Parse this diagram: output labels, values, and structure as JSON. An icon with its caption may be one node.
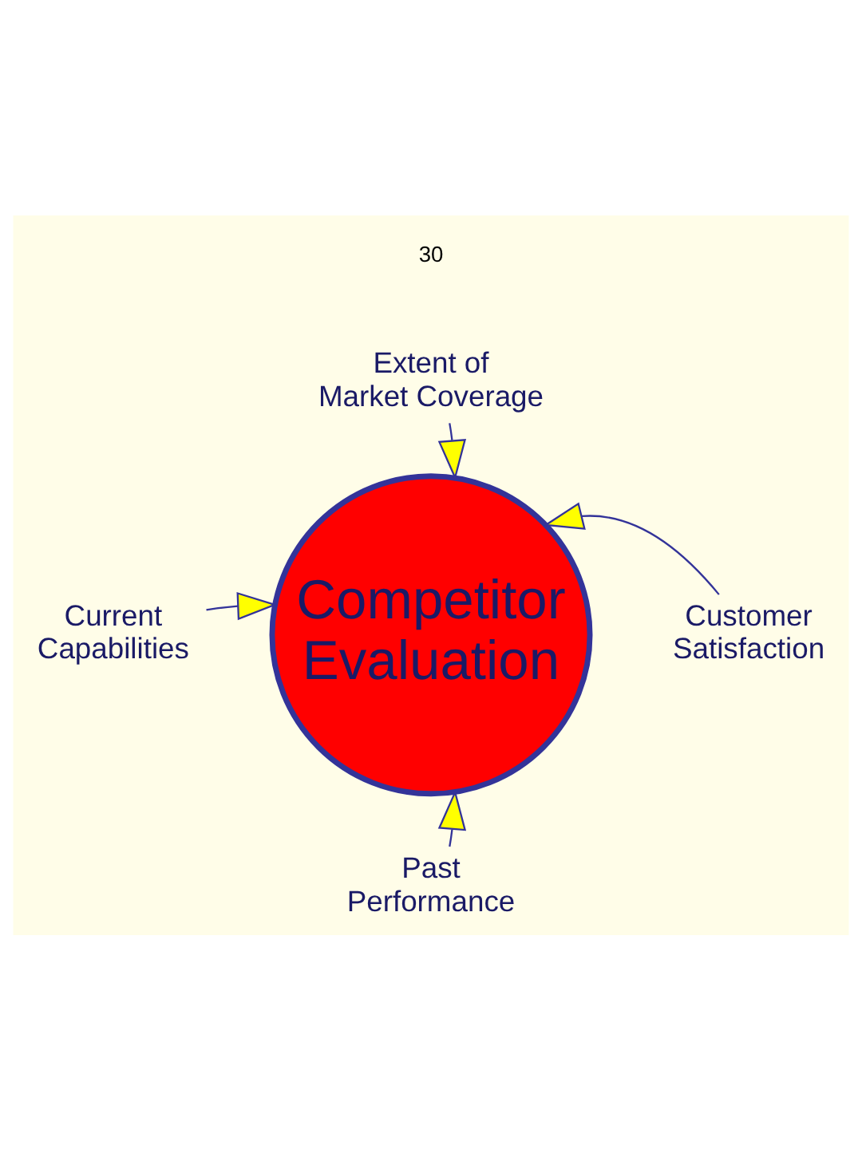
{
  "diagram": {
    "nodes": [
      {
        "text": [
          "Extent of Market Coverage"
        ]
      },
      {
        "text": [
          "Current Capabilities"
        ]
      },
      {
        "text": [
          "Competitor Evaluation"
        ]
      },
      {
        "text": [
          "Customer Satisfaction"
        ]
      },
      {
        "text": [
          "Past Performance"
        ]
      }
    ],
    "edges": [
      {
        "from": 0,
        "to": 2,
        "arrow": "to"
      },
      {
        "from": 1,
        "to": 2,
        "arrow": "to"
      },
      {
        "from": 3,
        "to": 2,
        "arrow": "to"
      },
      {
        "from": 4,
        "to": 2,
        "arrow": "to"
      }
    ],
    "labels": [
      "30"
    ]
  }
}
